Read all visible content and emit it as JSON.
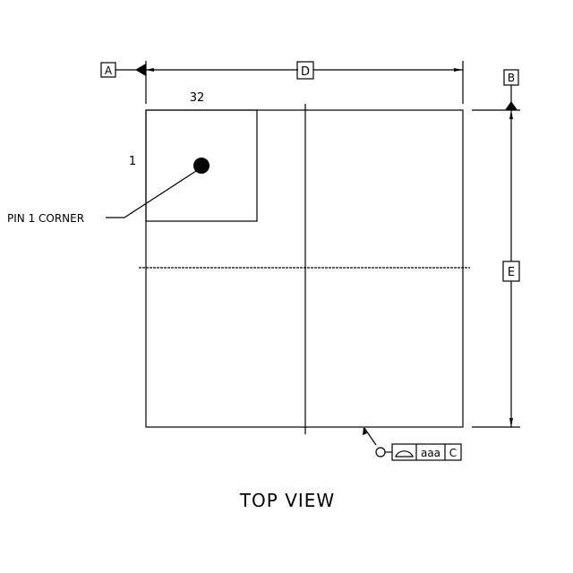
{
  "drawing": {
    "view_title": "TOP VIEW",
    "datums": {
      "a": "A",
      "b": "B",
      "c": "C"
    },
    "dimensions": {
      "width": "D",
      "height": "E"
    },
    "pin_count_top": "32",
    "pin_first": "1",
    "pin1_label": "PIN 1 CORNER",
    "tolerance_frame": {
      "tolerance": "aaa",
      "datum": "C",
      "symbol": "profile-of-surface-icon"
    }
  }
}
